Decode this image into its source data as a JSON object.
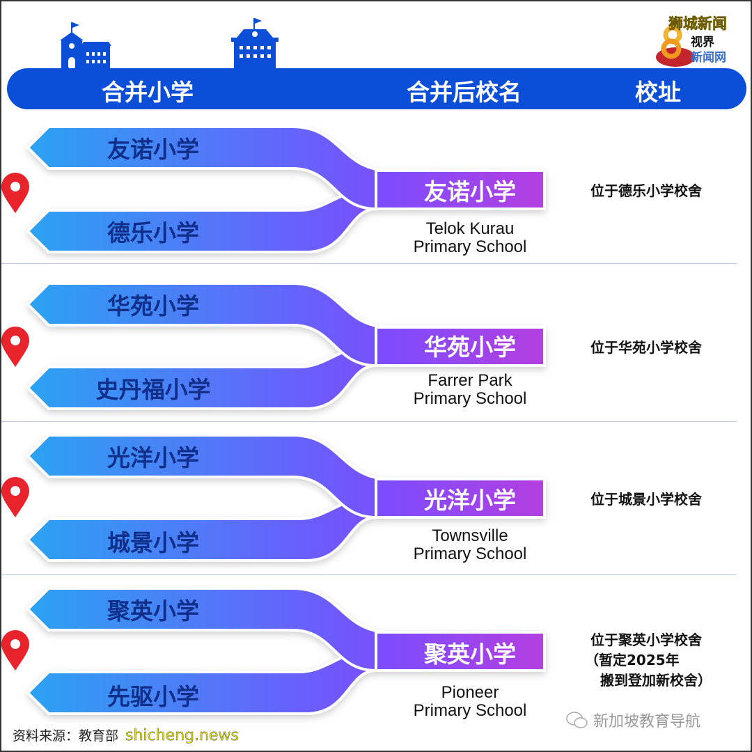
{
  "header": {
    "col_source": "合并小学",
    "col_merged": "合并后校名",
    "col_address": "校址"
  },
  "logo": {
    "line1": "狮城新闻",
    "line2": "视界",
    "line3": "新闻网"
  },
  "groups": [
    {
      "schools": [
        "友诺小学",
        "德乐小学"
      ],
      "merged_cn": "友诺小学",
      "merged_en": [
        "Telok Kurau",
        "Primary School"
      ],
      "address": [
        "位于德乐小学校舍"
      ]
    },
    {
      "schools": [
        "华苑小学",
        "史丹福小学"
      ],
      "merged_cn": "华苑小学",
      "merged_en": [
        "Farrer Park",
        "Primary School"
      ],
      "address": [
        "位于华苑小学校舍"
      ]
    },
    {
      "schools": [
        "光洋小学",
        "城景小学"
      ],
      "merged_cn": "光洋小学",
      "merged_en": [
        "Townsville",
        "Primary School"
      ],
      "address": [
        "位于城景小学校舍"
      ]
    },
    {
      "schools": [
        "聚英小学",
        "先驱小学"
      ],
      "merged_cn": "聚英小学",
      "merged_en": [
        "Pioneer",
        "Primary School"
      ],
      "address": [
        "位于聚英小学校舍",
        "（暂定2025年",
        "搬到登加新校舍）"
      ]
    }
  ],
  "footer": {
    "source": "资料来源：教育部",
    "watermark_site": "shicheng.news",
    "wechat_account": "新加坡教育导航"
  },
  "colors": {
    "header": "#0b4fd8",
    "arrow_left": "#2aa3f2",
    "arrow_right": "#7a4dff",
    "merged_right": "#b43fe0",
    "pin": "#e8232c"
  }
}
